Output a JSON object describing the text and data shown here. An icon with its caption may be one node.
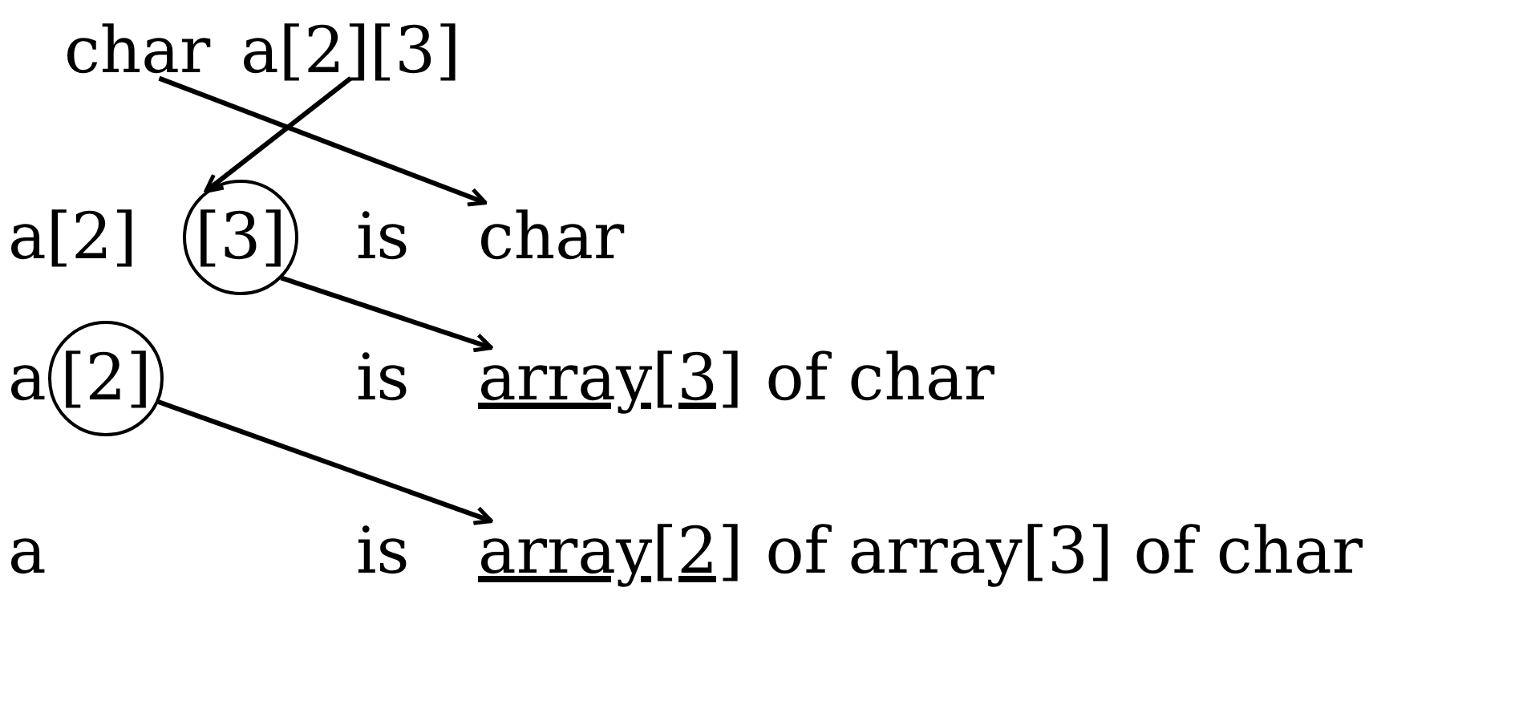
{
  "diagram": {
    "nodes": [
      {
        "text": [
          "char"
        ]
      },
      {
        "text": [
          "a[2][3]"
        ]
      },
      {
        "text": [
          "[3]"
        ]
      },
      {
        "text": [
          "char"
        ]
      },
      {
        "text": [
          "[2]"
        ]
      },
      {
        "text": [
          "array[3]"
        ]
      },
      {
        "text": [
          "array[2]"
        ]
      }
    ],
    "edges": [
      {
        "from": 0,
        "to": 3,
        "arrow": "to"
      },
      {
        "from": 1,
        "to": 2,
        "arrow": "to"
      },
      {
        "from": 2,
        "to": 5,
        "arrow": "to"
      },
      {
        "from": 4,
        "to": 6,
        "arrow": "to"
      }
    ],
    "labels": [
      "a[2]",
      "is",
      "a",
      "is",
      "of char",
      "a",
      "is",
      "of array[3] of char"
    ]
  }
}
